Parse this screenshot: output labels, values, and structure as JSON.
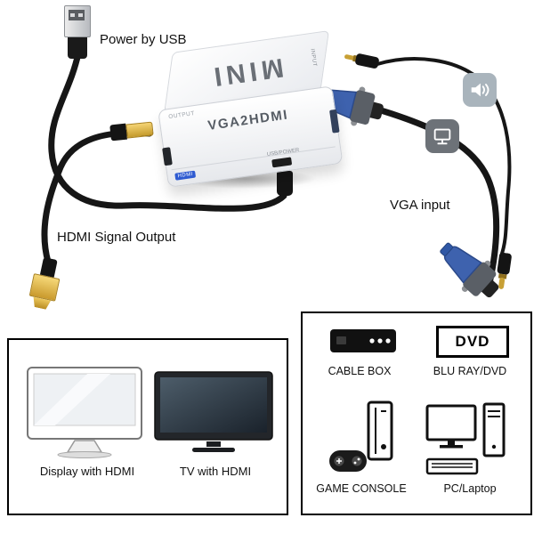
{
  "annotations": {
    "power_by_usb": "Power by USB",
    "hdmi_signal_output": "HDMI Signal Output",
    "vga_input": "VGA input"
  },
  "device": {
    "top_label": "MINI",
    "model_label": "VGA2HDMI",
    "output_label": "OUTPUT",
    "input_label": "INPUT",
    "usb_power_label": "USB/POWER",
    "hdmi_tag": "HDMI"
  },
  "displays_panel": {
    "items": [
      {
        "label": "Display with HDMI"
      },
      {
        "label": "TV with HDMI"
      }
    ]
  },
  "sources_panel": {
    "items": [
      {
        "label": "CABLE BOX"
      },
      {
        "label": "BLU RAY/DVD",
        "badge": "DVD"
      },
      {
        "label": "GAME CONSOLE"
      },
      {
        "label": "PC/Laptop"
      }
    ]
  },
  "colors": {
    "cable": "#161616",
    "vga_blue": "#3e62ae",
    "hdmi_gold": "#d8ab3a",
    "hdmi_tag_blue": "#2f5bd1"
  }
}
